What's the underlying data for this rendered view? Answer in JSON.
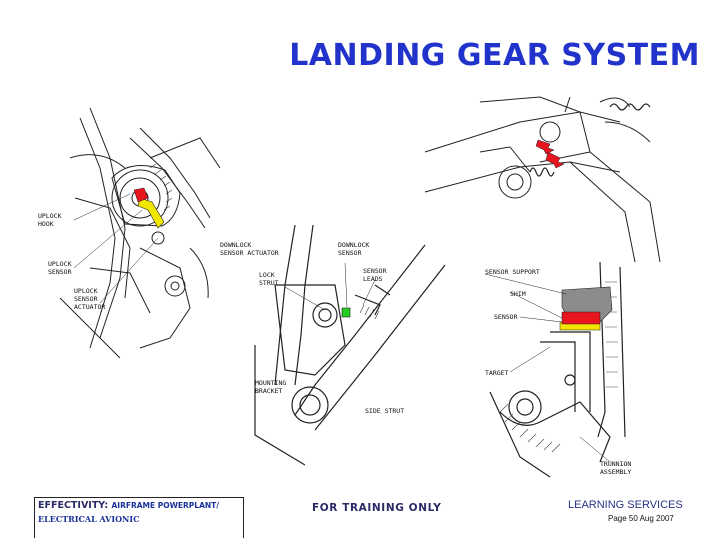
{
  "title": "LANDING GEAR SYSTEM",
  "labels": {
    "uplock_hook": [
      "UPLOCK",
      "HOOK"
    ],
    "uplock_sensor": [
      "UPLOCK",
      "SENSOR"
    ],
    "uplock_sensor_actuator": [
      "UPLOCK",
      "SENSOR",
      "ACTUATOR"
    ],
    "downlock_sensor_actuator": [
      "DOWNLOCK",
      "SENSOR ACTUATOR"
    ],
    "downlock_sensor": [
      "DOWNLOCK",
      "SENSOR"
    ],
    "lock_strut": [
      "LOCK",
      "STRUT"
    ],
    "sensor_leads": [
      "SENSOR",
      "LEADS"
    ],
    "mounting_bracket": [
      "MOUNTING",
      "BRACKET"
    ],
    "side_strut": [
      "SIDE STRUT"
    ],
    "sensor_support": [
      "SENSOR SUPPORT"
    ],
    "shim": [
      "SHIM"
    ],
    "sensor": [
      "SENSOR"
    ],
    "target": [
      "TARGET"
    ],
    "trunnion_assembly": [
      "TRUNNION",
      "ASSEMBLY"
    ]
  },
  "footer": {
    "effectivity_label": "EFFECTIVITY:",
    "effectivity_value": "AIRFRAME POWERPLANT/",
    "effectivity_value_2": "ELECTRICAL AVIONIC",
    "training": "FOR TRAINING ONLY",
    "learning": "LEARNING SERVICES",
    "page": "Page 50 Aug 2007"
  },
  "colors": {
    "title": "#2233cc",
    "highlight_yellow": "#f2e600",
    "highlight_red": "#e8141e",
    "highlight_green": "#22cc22",
    "sensor_gray": "#8c8c8c"
  }
}
